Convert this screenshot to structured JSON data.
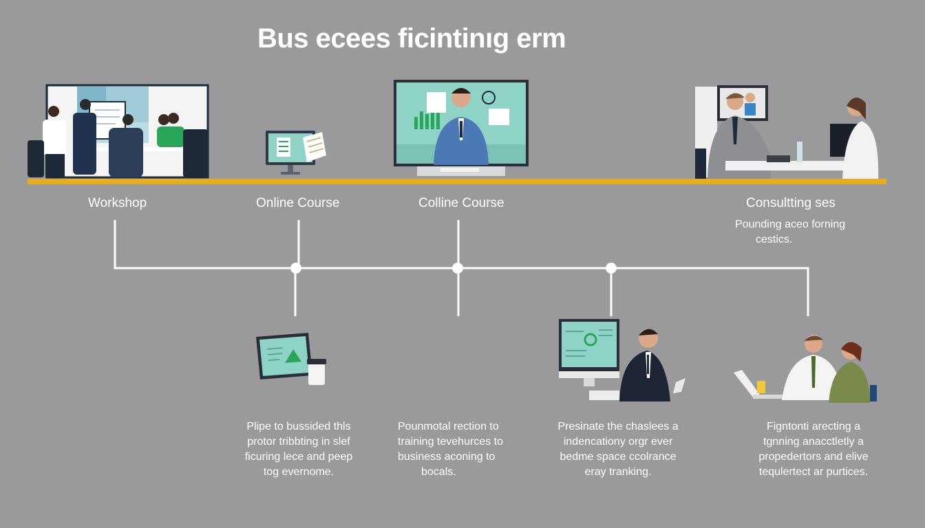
{
  "title": "Bus eceеs ficintinıg erm",
  "colors": {
    "background": "#9a9a9c",
    "timeline": "#e7ad1c",
    "connector": "#ffffff",
    "screen": "#8fd3c6",
    "accent_green": "#2aa65a"
  },
  "top_labels": {
    "workshop": "Workshop",
    "online_course": "Online Course",
    "colline_course": "Colline Course",
    "consulting": "Consultting ses"
  },
  "consulting_note": [
    "Pounding aceo forning",
    "cestics."
  ],
  "descriptions": {
    "d1": [
      "Plipe to bussided thls",
      "protor tribbting in slef",
      "ficuring lece and peep",
      "tog evernome."
    ],
    "d2": [
      "Pounmotal rection to",
      "training tevehurces to",
      "business aconing to",
      "bocals."
    ],
    "d3": [
      "Presinate the chaslees a",
      "indencationy orgr ever",
      "bedme space ccolrance",
      "eray tranking."
    ],
    "d4": [
      "Figntonti arecting a",
      "tgnning anacctletly a",
      "propedertors and elive",
      "tequlertect ar purtices."
    ]
  }
}
